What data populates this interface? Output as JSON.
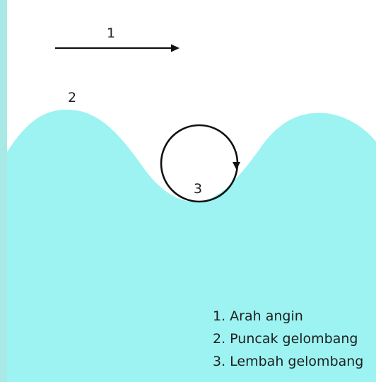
{
  "labels": {
    "wind_direction_number": "1",
    "wave_crest_number": "2",
    "wave_trough_number": "3"
  },
  "legend": [
    "1. Arah angin",
    "2. Puncak gelombang",
    "3. Lembah gelombang"
  ],
  "colors": {
    "water": "#9cf3f2",
    "frame": "#a8e9e6",
    "stroke": "#111111",
    "text": "#222222"
  }
}
